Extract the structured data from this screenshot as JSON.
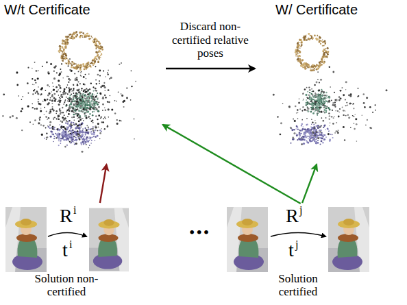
{
  "diagram": {
    "nodes": [
      {
        "text": [
          "W/t Certificate"
        ]
      },
      {
        "text": [
          "W/ Certificate"
        ]
      },
      {
        "text": [
          "R",
          "i",
          "t",
          "i",
          "Solution non-certified"
        ]
      },
      {
        "text": [
          "R",
          "j",
          "t",
          "j",
          "Solution certified"
        ]
      }
    ],
    "edges": [
      {
        "from": 0,
        "to": 1,
        "arrow": "to",
        "label": "Discard non-certified relative poses"
      },
      {
        "from": 2,
        "to": 0,
        "arrow": "to"
      },
      {
        "from": 3,
        "to": 0,
        "arrow": "to"
      },
      {
        "from": 3,
        "to": 1,
        "arrow": "to"
      }
    ],
    "labels": [
      "•••"
    ]
  }
}
